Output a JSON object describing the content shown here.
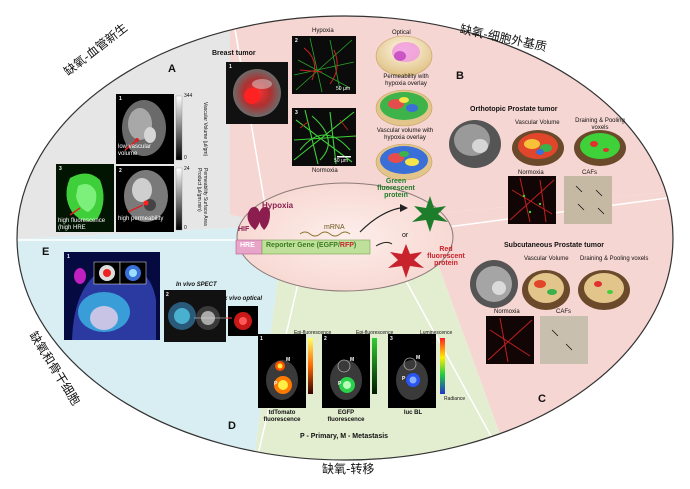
{
  "segment_titles": {
    "a": "缺氧-血管新生",
    "b": "缺氧-细胞外基质",
    "d": "缺氧-转移",
    "e": "缺氧和骨干细胞"
  },
  "panels": {
    "A": {
      "letter": "A",
      "scale_top": "344",
      "scale_top_unit": "Vascular Volume (µl/gm)",
      "scale_bottom_top": "24",
      "scale_bottom_unit": "Permeability Surface Area Product (µl/gm.min)",
      "zero": "0",
      "img1_num": "1",
      "img1_label": "low vascular volume",
      "img2_num": "2",
      "img2_label": "high permeability",
      "img3_num": "3",
      "img3_label": "high fluorescence (high HRE"
    },
    "B": {
      "letter": "B",
      "title": "Breast tumor",
      "img1_num": "1",
      "img2_num": "2",
      "img2_label": "Hypoxia",
      "img3_num": "3",
      "img3_label": "Normoxia",
      "scale": "50 µm",
      "optical": "Optical",
      "perm": "Permeability with hypoxia overlay",
      "vasc": "Vascular volume with hypoxia overlay"
    },
    "C": {
      "letter": "C",
      "ortho_title": "Orthotopic Prostate tumor",
      "vascular": "Vascular Volume",
      "draining": "Draining & Pooling voxels",
      "normoxia": "Normoxia",
      "cafs": "CAFs",
      "subq_title": "Subcutaneous Prostate tumor",
      "vascular2": "Vascular Volume",
      "draining2": "Draining & Pooling voxels",
      "normoxia2": "Normoxia",
      "cafs2": "CAFs"
    },
    "D": {
      "letter": "D",
      "img1_num": "1",
      "img1_caption": "tdTomato fluorescence",
      "img2_num": "2",
      "img2_caption": "EGFP fluorescence",
      "img3_num": "3",
      "img3_caption": "luc BL",
      "legend": "P - Primary, M - Metastasis",
      "epi1": "Epi-fluorescence",
      "epi2": "Epi-fluorescence",
      "lum": "Luminescence",
      "radiance": "Radiance",
      "m_label": "M",
      "p_label": "P"
    },
    "E": {
      "letter": "E",
      "img1_num": "1",
      "img2_num": "2",
      "spect": "In vivo SPECT",
      "optical": "Ex vivo optical"
    }
  },
  "center": {
    "hypoxia": "Hypoxia",
    "hif": "HIF",
    "mrna": "mRNA",
    "hre": "HRE",
    "reporter_prefix": "Reporter Gene (EGFP/",
    "reporter_rfp": "RFP",
    "reporter_suffix": ")",
    "green_protein": "Green fluorescent protein",
    "or": "or",
    "red_protein": "Red fluorescent protein"
  },
  "colors": {
    "panel_a_bg": "#e6e6e6",
    "panel_b_bg": "#f6d6d2",
    "panel_c_bg": "#f6d6d2",
    "panel_d_bg": "#e3edd0",
    "panel_e_bg": "#d9eef3",
    "center_bg": "#fbe4e0",
    "hre_box": "#e8a4c9",
    "reporter_box": "#bfe09b",
    "hif_color": "#8b1e4f",
    "green_protein": "#1e7d2a",
    "red_protein": "#c8232c"
  }
}
